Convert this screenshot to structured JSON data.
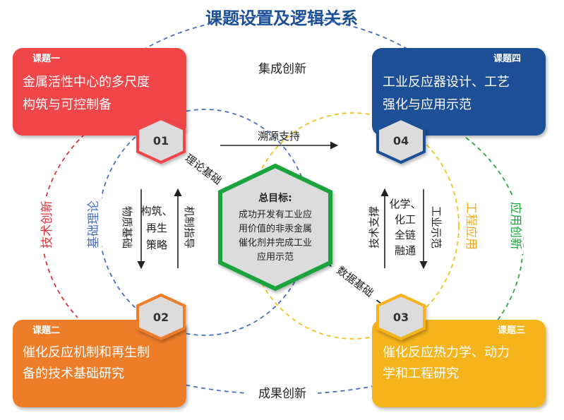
{
  "title": "课题设置及逻辑关系",
  "colors": {
    "red": "#f0454a",
    "orange": "#ee7d2b",
    "navy": "#1a4f95",
    "yellow": "#f6b41b",
    "blue_dashed": "#4a6fc0",
    "yellow_dashed": "#f3c21d",
    "green": "#1aa33e",
    "green_dashed": "#29a844",
    "red_dashed": "#d9363c",
    "hex_fill": "#dcdcdc",
    "text_dark": "#222222"
  },
  "topics": {
    "t1": {
      "tag": "课题一",
      "title_l1": "金属活性中心的多尺度",
      "title_l2": "构筑与可控制备",
      "number": "01"
    },
    "t2": {
      "tag": "课题二",
      "title_l1": "催化反应机制和再生制",
      "title_l2": "备的技术基础研究",
      "number": "02"
    },
    "t3": {
      "tag": "课题三",
      "title_l1": "催化反应热力学、动力",
      "title_l2": "学和工程研究",
      "number": "03"
    },
    "t4": {
      "tag": "课题四",
      "title_l1": "工业反应器设计、工艺",
      "title_l2": "强化与应用示范",
      "number": "04"
    }
  },
  "center": {
    "heading": "总目标:",
    "lines": [
      "成功开发有工业应",
      "用价值的非汞金属",
      "催化剂并完成工业",
      "应用示范"
    ]
  },
  "arcs": {
    "top": "集成创新",
    "bottom": "成果创新",
    "left_outer": "技术创新",
    "left_inner": "基础理论",
    "right_inner": "工程应用",
    "right_outer": "应用创新"
  },
  "links": {
    "trace_support": "溯源支持",
    "theory_basis": "理论基础",
    "data_basis": "数据基础",
    "material_basis": "物质基础",
    "construct_regen": [
      "构筑、",
      "再生",
      "策略"
    ],
    "mech_guide": "机制指导",
    "tech_support": "技术支撑",
    "chem_integration": [
      "化学、",
      "化工",
      "全链",
      "融通"
    ],
    "industrial_demo": "工业示范"
  }
}
